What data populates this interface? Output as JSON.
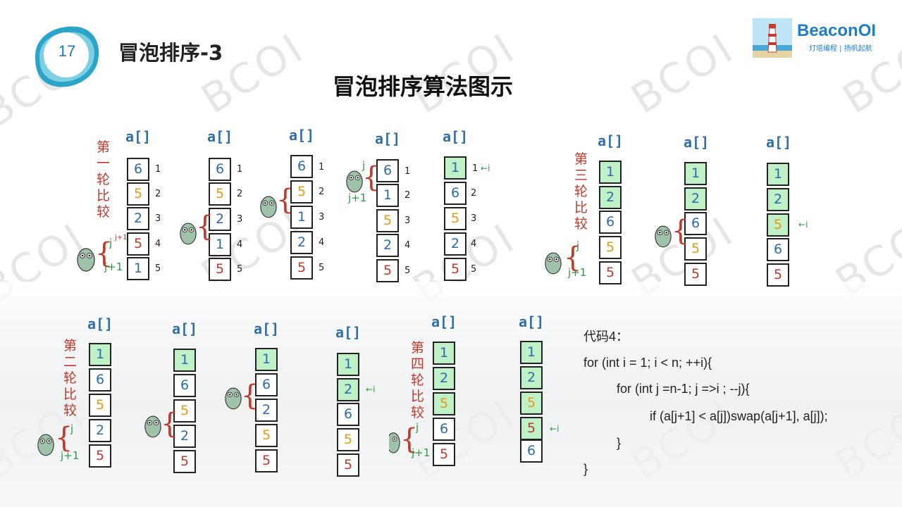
{
  "slide": {
    "number": "17",
    "title": "冒泡排序-3",
    "main_title": "冒泡排序算法图示",
    "brand_name": "BeaconOI",
    "brand_tagline": "灯塔编程 | 扬帆起航",
    "watermark": "BCOI",
    "accent_color": "#2aa4c8"
  },
  "colors": {
    "blue": "#2b6cb0",
    "orange": "#e69a13",
    "red": "#c0392b",
    "green": "#2c9a3f",
    "sorted_cell": "#bff0c6"
  },
  "array_label": "a[]",
  "round_labels": {
    "r1": "第一轮比较",
    "r2": "第二轮比较",
    "r3": "第三轮比较",
    "r4": "第四轮比较"
  },
  "pointer_labels": {
    "j": "j",
    "j1": "j+1",
    "i": "i"
  },
  "top_arrays": [
    {
      "cells": [
        "6",
        "5",
        "2",
        "5",
        "1"
      ],
      "indices": [
        "1",
        "2",
        "3",
        "4",
        "5"
      ]
    },
    {
      "cells": [
        "6",
        "5",
        "2",
        "1",
        "5"
      ],
      "indices": [
        "1",
        "2",
        "3",
        "4",
        "5"
      ]
    },
    {
      "cells": [
        "6",
        "5",
        "1",
        "2",
        "5"
      ],
      "indices": [
        "1",
        "2",
        "3",
        "4",
        "5"
      ]
    },
    {
      "cells": [
        "6",
        "1",
        "5",
        "2",
        "5"
      ],
      "indices": [
        "1",
        "2",
        "3",
        "4",
        "5"
      ]
    },
    {
      "cells": [
        "1",
        "6",
        "5",
        "2",
        "5"
      ],
      "indices": [
        "1",
        "2",
        "3",
        "4",
        "5"
      ]
    },
    {
      "cells": [
        "1",
        "2",
        "6",
        "5",
        "5"
      ]
    },
    {
      "cells": [
        "1",
        "2",
        "6",
        "5",
        "5"
      ]
    },
    {
      "cells": [
        "1",
        "2",
        "5",
        "6",
        "5"
      ]
    }
  ],
  "bottom_arrays": [
    {
      "cells": [
        "1",
        "6",
        "5",
        "2",
        "5"
      ]
    },
    {
      "cells": [
        "1",
        "6",
        "5",
        "2",
        "5"
      ]
    },
    {
      "cells": [
        "1",
        "6",
        "2",
        "5",
        "5"
      ]
    },
    {
      "cells": [
        "1",
        "2",
        "6",
        "5",
        "5"
      ]
    },
    {
      "cells": [
        "1",
        "2",
        "5",
        "6",
        "5"
      ]
    },
    {
      "cells": [
        "1",
        "2",
        "5",
        "5",
        "6"
      ]
    }
  ],
  "code": {
    "label": "代码4：",
    "line1": "for (int i = 1; i < n; ++i){",
    "line2": "for (int j =n-1; j =>i ; --j){",
    "line3": "if (a[j+1] < a[j])swap(a[j+1], a[j]);",
    "line4": "}",
    "line5": "}"
  }
}
